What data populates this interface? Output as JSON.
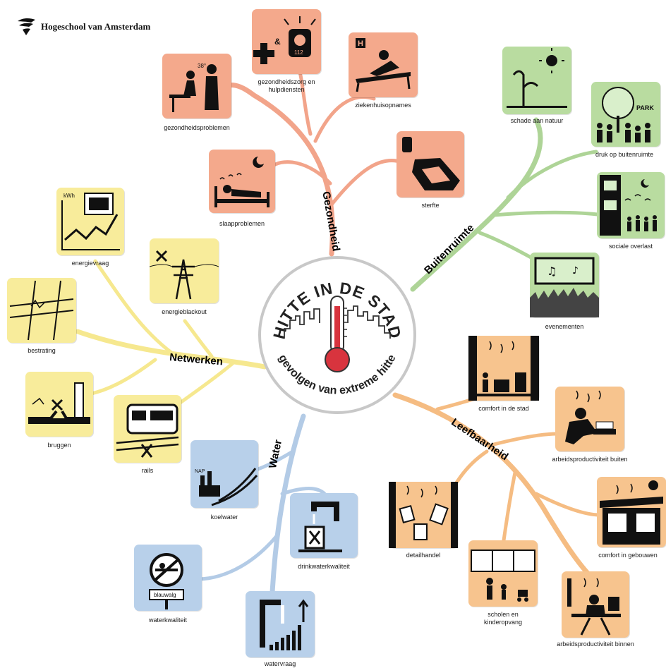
{
  "logo": {
    "name": "Hogeschool van Amsterdam"
  },
  "center": {
    "title": "HITTE IN DE STAD",
    "subtitle": "gevolgen van extreme hitte"
  },
  "colors": {
    "gezondheid": "#f4a98c",
    "buitenruimte": "#b9dca0",
    "leefbaarheid": "#f7c48e",
    "water": "#b8d0ea",
    "netwerken": "#f8ec9b"
  },
  "branches": {
    "gezondheid": {
      "label": "Gezondheid",
      "items": [
        {
          "icon": "doctor-patient-icon",
          "label": "gezondheidsproblemen"
        },
        {
          "icon": "emergency-siren-icon",
          "label": "gezondheidszorg en hulpdiensten"
        },
        {
          "icon": "hospital-bed-icon",
          "label": "ziekenhuisopnames"
        },
        {
          "icon": "sleeping-person-icon",
          "label": "slaapproblemen"
        },
        {
          "icon": "coffin-icon",
          "label": "sterfte"
        }
      ]
    },
    "buitenruimte": {
      "label": "Buitenruimte",
      "items": [
        {
          "icon": "wilting-plant-icon",
          "label": "schade aan natuur"
        },
        {
          "icon": "crowded-park-icon",
          "label": "druk op buitenruimte"
        },
        {
          "icon": "noisy-neighbours-icon",
          "label": "sociale overlast"
        },
        {
          "icon": "concert-crowd-icon",
          "label": "evenementen"
        }
      ]
    },
    "leefbaarheid": {
      "label": "Leefbaarheid",
      "items": [
        {
          "icon": "street-heat-icon",
          "label": "comfort in de stad"
        },
        {
          "icon": "outdoor-worker-icon",
          "label": "arbeidsproductiviteit buiten"
        },
        {
          "icon": "hot-building-icon",
          "label": "comfort in gebouwen"
        },
        {
          "icon": "shop-interior-icon",
          "label": "detailhandel"
        },
        {
          "icon": "classroom-icon",
          "label": "scholen en kinderopvang"
        },
        {
          "icon": "office-worker-icon",
          "label": "arbeidsproductiviteit binnen"
        }
      ]
    },
    "water": {
      "label": "Water",
      "items": [
        {
          "icon": "power-plant-water-icon",
          "label": "koelwater"
        },
        {
          "icon": "drinking-water-icon",
          "label": "drinkwaterkwaliteit"
        },
        {
          "icon": "blue-algae-sign-icon",
          "label": "waterkwaliteit"
        },
        {
          "icon": "tap-bars-icon",
          "label": "watervraag"
        }
      ]
    },
    "netwerken": {
      "label": "Netwerken",
      "items": [
        {
          "icon": "energy-meter-icon",
          "label": "energievraag"
        },
        {
          "icon": "pylon-icon",
          "label": "energieblackout"
        },
        {
          "icon": "cracked-pavement-icon",
          "label": "bestrating"
        },
        {
          "icon": "broken-bridge-icon",
          "label": "bruggen"
        },
        {
          "icon": "tram-tracks-icon",
          "label": "rails"
        }
      ]
    }
  },
  "badges": {
    "kwh": "kWh",
    "hospital": "H",
    "emergency": "112",
    "park": "PARK",
    "nap": "NAP",
    "blauwalg": "blauwalg"
  }
}
